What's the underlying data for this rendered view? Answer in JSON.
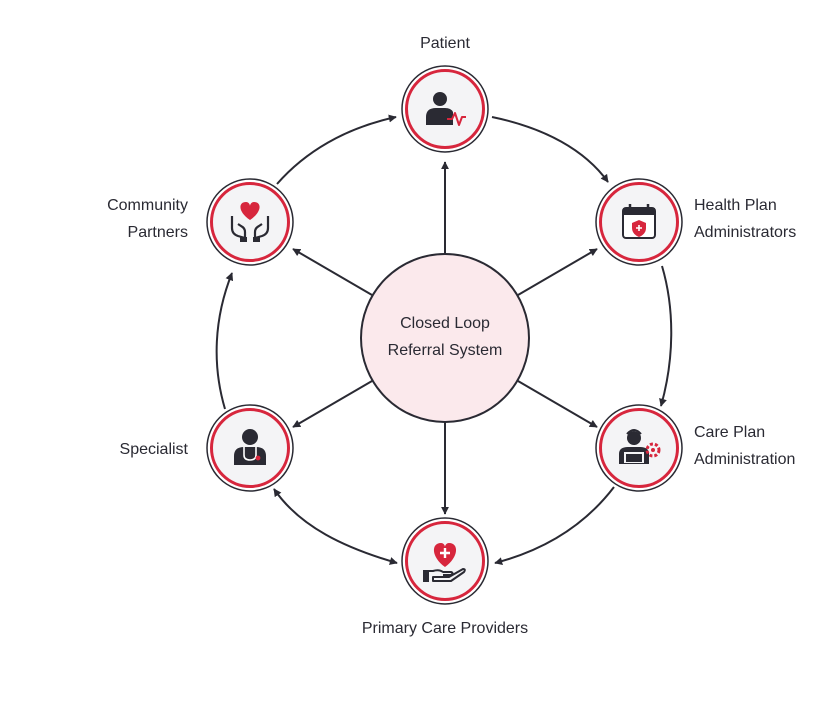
{
  "center": {
    "line1": "Closed Loop",
    "line2": "Referral System"
  },
  "nodes": {
    "patient": {
      "line1": "Patient",
      "icon": "patient-heartbeat-icon"
    },
    "health_plan": {
      "line1": "Health Plan",
      "line2": "Administrators",
      "icon": "calendar-shield-icon"
    },
    "care_plan": {
      "line1": "Care Plan",
      "line2": "Administration",
      "icon": "admin-laptop-gear-icon"
    },
    "primary_care": {
      "line1": "Primary Care Providers",
      "icon": "hand-heart-plus-icon"
    },
    "specialist": {
      "line1": "Specialist",
      "icon": "doctor-stethoscope-icon"
    },
    "community": {
      "line1": "Community",
      "line2": "Partners",
      "icon": "hands-heart-icon"
    }
  },
  "colors": {
    "accent": "#d7263d",
    "ink": "#2a2a33",
    "center_fill": "#fbe9ec",
    "node_fill": "#f4f4f6"
  }
}
